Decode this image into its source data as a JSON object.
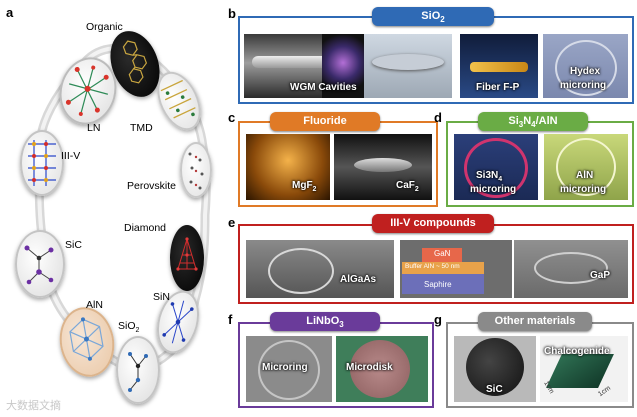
{
  "panel_letters": {
    "a": "a",
    "b": "b",
    "c": "c",
    "d": "d",
    "e": "e",
    "f": "f",
    "g": "g"
  },
  "ring": {
    "labels": {
      "organic": "Organic",
      "ln": "LN",
      "tmd": "TMD",
      "iiiv": "III-V",
      "perovskite": "Perovskite",
      "sic": "SiC",
      "diamond": "Diamond",
      "aln": "AlN",
      "sin": "SiN",
      "sio2_base": "SiO",
      "sio2_sub": "2"
    }
  },
  "panel_b": {
    "title_base": "SiO",
    "title_sub": "2",
    "photos": {
      "wgm": "WGM Cavities",
      "fiber": "Fiber F-P",
      "hydex_1": "Hydex",
      "hydex_2": "microring"
    },
    "color": "#2f6ab5"
  },
  "panel_c": {
    "title": "Fluoride",
    "mgf2_base": "MgF",
    "mgf2_sub": "2",
    "caf2_base": "CaF",
    "caf2_sub": "2",
    "color": "#e07a26"
  },
  "panel_d": {
    "title_si": "Si",
    "title_sub3": "3",
    "title_n": "N",
    "title_sub4": "4",
    "title_rest": "/AlN",
    "si3n4_1": "Si3N",
    "si3n4_sub": "4",
    "si3n4_2": "microring",
    "aln_1": "AlN",
    "aln_2": "microring",
    "color": "#6aac45"
  },
  "panel_e": {
    "title": "III-V compounds",
    "algaas": "AlGaAs",
    "gan": "GaN",
    "buffer": "Buffer AlN ~ 50 nm",
    "saphire": "Saphire",
    "gap": "GaP",
    "color": "#c0201f"
  },
  "panel_f": {
    "title_base": "LiNbO",
    "title_sub": "3",
    "microring": "Microring",
    "microdisk": "Microdisk",
    "color": "#6a3b9a"
  },
  "panel_g": {
    "title": "Other materials",
    "sic": "SiC",
    "chalcogenide": "Chalcogenide",
    "scale1": "1cm",
    "scale2": "1cm",
    "color": "#8a8a8a"
  },
  "watermark": "大数据文摘"
}
